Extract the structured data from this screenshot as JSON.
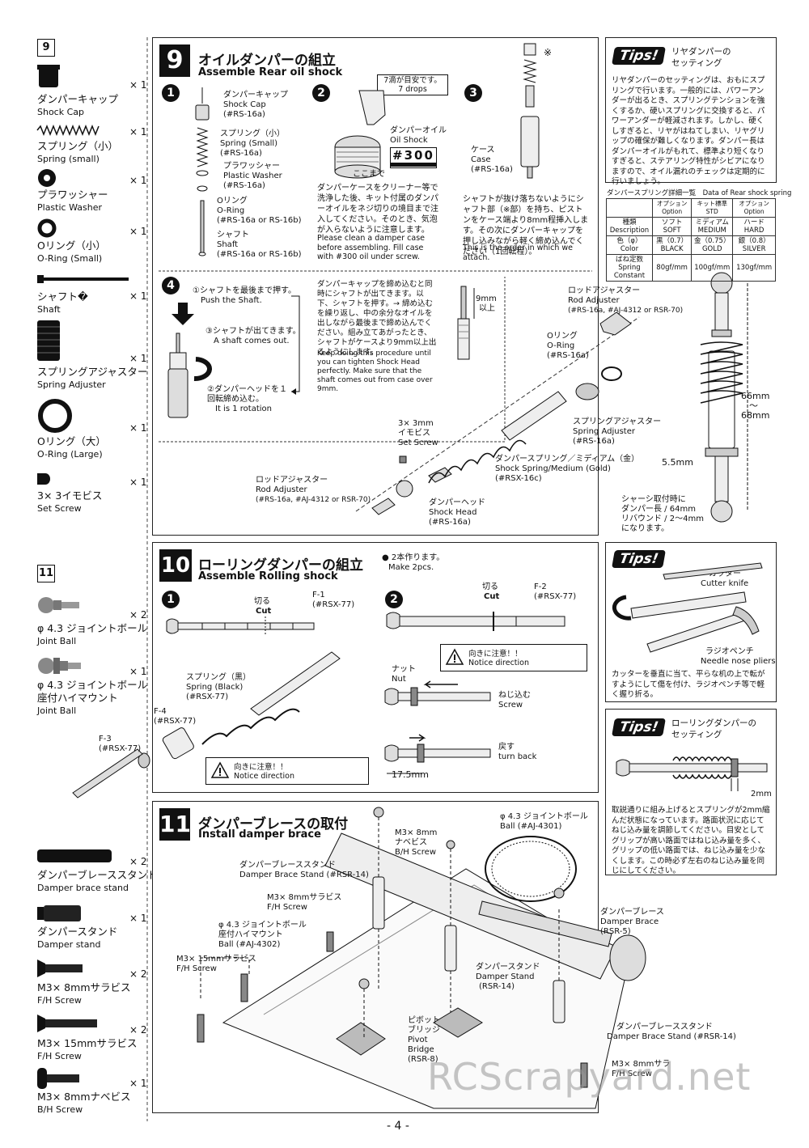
{
  "left_parts_9": {
    "step": "9",
    "items": [
      {
        "jp": "ダンパーキャップ",
        "en": "Shock Cap",
        "qty": "× 1"
      },
      {
        "jp": "スプリング（小）",
        "en": "Spring (small)",
        "qty": "× 1"
      },
      {
        "jp": "プラワッシャー",
        "en": "Plastic Washer",
        "qty": "× 1"
      },
      {
        "jp": "Oリング（小）",
        "en": "O-Ring (Small)",
        "qty": "× 1"
      },
      {
        "jp": "シャフト�",
        "en": "Shaft",
        "qty": "× 1"
      },
      {
        "jp": "スプリングアジャスター",
        "en": "Spring Adjuster",
        "qty": "× 1"
      },
      {
        "jp": "Oリング（大）",
        "en": "O-Ring (Large)",
        "qty": "× 1"
      },
      {
        "jp": "3× 3イモビス",
        "en": "Set Screw",
        "qty": "× 1"
      }
    ]
  },
  "left_parts_11": {
    "step": "11",
    "items": [
      {
        "jp": "φ 4.3 ジョイントボール",
        "en": "Joint Ball",
        "qty": "× 2"
      },
      {
        "jp": "φ 4.3 ジョイントボール",
        "jp2": "座付ハイマウント",
        "en": "Joint Ball",
        "qty": "× 1"
      },
      {
        "jp": "ダンパーブレーススタンド",
        "en": "Damper brace stand",
        "qty": "× 2"
      },
      {
        "jp": "ダンパースタンド",
        "en": "Damper  stand",
        "qty": "× 1"
      },
      {
        "jp": "M3× 8mmサラビス",
        "en": "F/H Screw",
        "qty": "× 2"
      },
      {
        "jp": "M3× 15mmサラビス",
        "en": "F/H Screw",
        "qty": "× 2"
      },
      {
        "jp": "M3× 8mmナベビス",
        "en": "B/H Screw",
        "qty": "× 1"
      }
    ]
  },
  "step9": {
    "num": "9",
    "title_jp": "オイルダンパーの組立",
    "title_en": "Assemble Rear oil shock",
    "s1_labels": [
      {
        "jp": "ダンパーキャップ",
        "en": "Shock Cap",
        "code": "(#RS-16a)"
      },
      {
        "jp": "スプリング（小）",
        "en": "Spring (Small)",
        "code": "(#RS-16a)"
      },
      {
        "jp": "プラワッシャー",
        "en": "Plastic Washer",
        "code": "(#RS-16a)"
      },
      {
        "jp": "Oリング",
        "en": "O-Ring",
        "code": "(#RS-16a or RS-16b)"
      },
      {
        "jp": "シャフト",
        "en": "Shaft",
        "code": "(#RS-16a or RS-16b)"
      }
    ],
    "s2_bubble": "7滴が目安です。",
    "s2_bubble_en": "7 drops",
    "s2_oil_jp": "ダンパーオイル",
    "s2_oil_en": "Oil Shock",
    "s2_oil_num": "#300",
    "s2_kokomade": "ここまで",
    "s2_text_jp": "ダンパーケースをクリーナー等で洗浄した後、キット付属のダンパーオイルをネジ切りの境目まで注入してください。そのとき、気泡が入らないように注意します。",
    "s2_text_en": "Please clean a damper case before assembling. Fill case with #300 oil under screw.",
    "s3_mark": "※",
    "s3_case_jp": "ケース",
    "s3_case_en": "Case",
    "s3_case_code": "(#RS-16a)",
    "s3_text_jp": "シャフトが抜け落ちないようにシャフト部（※部）を持ち、ピストンをケース端より8mm程挿入します。その次にダンパーキャップを押し込みながら軽く締め込んでください（1回転程）。",
    "s3_text_en": "This is the order in which we attach.",
    "s4_a_jp": "①シャフトを最後まで押す。",
    "s4_a_en": "Push the Shaft.",
    "s4_b_jp": "③シャフトが出てきます。",
    "s4_b_en": "A shaft comes out.",
    "s4_c_jp": "②ダンパーヘッドを１回転締め込む。",
    "s4_c_en": "It is 1 rotation",
    "s4_text_jp": "ダンパーキャップを締め込むと同時にシャフトが出てきます。以下、シャフトを押す。→ 締め込む を繰り返し、中の余分なオイルを出しながら最後まで締め込んでください。組み立てあがったとき、シャフトがケースより9mm以上出るようにします。",
    "s4_text_en": "Keep doing this procedure until you can tighten Shock Head perfectly. Make sure that the shaft comes out from case over 9mm.",
    "s4_9mm": "9mm",
    "s4_ijo": "以上",
    "exp_labels": {
      "rod_adj_jp": "ロッドアジャスター",
      "rod_adj_en": "Rod Adjuster",
      "rod_adj_code": "(#RS-16a, #AJ-4312 or RSR-70)",
      "oring_jp": "Oリング",
      "oring_en": "O-Ring",
      "oring_code": "(#RS-16a)",
      "spadj_jp": "スプリングアジャスター",
      "spadj_en": "Spring Adjuster",
      "spadj_code": "(#RS-16a)",
      "set_jp": "3× 3mm",
      "set_jp2": "イモビス",
      "set_en": "Set Screw",
      "spring_jp": "ダンパースプリング／ミディアム（金）",
      "spring_en": "Shock Spring/Medium (Gold)",
      "spring_code": "(#RSX-16c)",
      "head_jp": "ダンパーヘッド",
      "head_en": "Shock Head",
      "head_code": "(#RS-16a)",
      "rod2_jp": "ロッドアジャスター",
      "rod2_en": "Rod Adjuster",
      "rod2_code": "(#RS-16a, #AJ-4312 or RSR-70)"
    },
    "dim_66": "66mm",
    "dim_tilde": "〜",
    "dim_68": "68mm",
    "dim_55": "5.5mm",
    "chassis_note": [
      "シャーシ取付時に",
      "ダンパー長 / 64mm",
      "リバウンド / 2〜4mm",
      "になります。"
    ]
  },
  "tips1": {
    "badge": "Tips!",
    "title": [
      "リヤダンパーの",
      "セッティング"
    ],
    "body": "リヤダンパーのセッティングは、おもにスプリングで行います。一般的には、パワーアンダーが出るとき、スプリングテンションを強くするか、硬いスプリングに交換すると、パワーアンダーが軽減されます。しかし、硬くしすぎると、リヤがはねてしまい、リヤグリップの確保が難しくなります。ダンパー長はダンパーオイルがもれて、標準より短くなりすぎると、ステアリング特性がシビアになりますので、オイル漏れのチェックは定期的に行いましょう。",
    "table_title": "ダンパースプリング詳細一覧　Data of Rear shock spring",
    "table_head": [
      "",
      "オプション Option",
      "キット標準 STD",
      "オプション Option"
    ],
    "table_rows": [
      [
        "種類\nDescription",
        "ソフト\nSOFT",
        "ミディアム\nMEDIUM",
        "ハード\nHARD"
      ],
      [
        "色（φ）\nColor",
        "黒（0.7）\nBLACK",
        "金（0.75）\nGOLD",
        "銀（0.8）\nSILVER"
      ],
      [
        "ばね定数\nSpring Constant",
        "80gf/mm",
        "100gf/mm",
        "130gf/mm"
      ]
    ]
  },
  "step10": {
    "num": "10",
    "title_jp": "ローリングダンパーの組立",
    "title_en": "Assemble Rolling shock",
    "note": [
      "● 2本作ります。",
      "Make 2pcs."
    ],
    "s1_cut": [
      "切る",
      "Cut"
    ],
    "s1_f1": [
      "F-1",
      "(#RSX-77)"
    ],
    "s2_cut": [
      "切る",
      "Cut"
    ],
    "s2_f2": [
      "F-2",
      "(#RSX-77)"
    ],
    "spring": [
      "スプリング（黒）",
      "Spring (Black)",
      "(#RSX-77)"
    ],
    "f4": [
      "F-4",
      "(#RSX-77)"
    ],
    "f3": [
      "F-3",
      "(#RSX-77)"
    ],
    "notice_jp": "向きに注意！！",
    "notice_en": "Notice direction",
    "nut": [
      "ナット",
      "Nut"
    ],
    "screw": [
      "ねじ込む",
      "Screw"
    ],
    "turn": [
      "戻す",
      "turn back"
    ],
    "dim": "17.5mm"
  },
  "tips2": {
    "badge": "Tips!",
    "cutter": [
      "カッター",
      "Cutter knife"
    ],
    "pliers": [
      "ラジオペンチ",
      "Needle nose pliers"
    ],
    "body": "カッターを垂直に当て、平らな机の上で転がすようにして傷を付け、ラジオペンチ等で軽く握り折る。"
  },
  "tips3": {
    "badge": "Tips!",
    "title": [
      "ローリングダンパーの",
      "セッティング"
    ],
    "dim": "2mm",
    "body": "取説通りに組み上げるとスプリングが2mm縮んだ状態になっています。路面状況に応じてねじ込み量を調節してください。目安としてグリップが高い路面ではねじ込み量を多く、グリップの低い路面では、ねじ込み量を少なくします。この時必ず左右のねじ込み量を同じにしてください。"
  },
  "step11": {
    "num": "11",
    "title_jp": "ダンパーブレースの取付",
    "title_en": "Install damper brace",
    "labels": {
      "jb": [
        "φ 4.3 ジョイントボール",
        "Ball (#AJ-4301)"
      ],
      "m3bh": [
        "M3× 8mm",
        "ナベビス",
        "B/H Screw"
      ],
      "dbs": [
        "ダンパーブレーススタンド",
        "Damper Brace Stand (#RSR-14)"
      ],
      "m3fh8": [
        "M3× 8mmサラビス",
        "F/H Screw"
      ],
      "jb2": [
        "φ 4.3 ジョイントボール",
        "座付ハイマウント",
        "Ball (#AJ-4302)"
      ],
      "m3fh15": [
        "M3× 15mmサラビス",
        "F/H Screw"
      ],
      "ds": [
        "ダンパースタンド",
        "Damper Stand",
        "(RSR-14)"
      ],
      "pivot": [
        "ピボット",
        "ブリッジ",
        "Pivot",
        "Bridge",
        "(RSR-8)"
      ],
      "brace": [
        "ダンパーブレース",
        "Damper Brace",
        "(RSR-5)"
      ],
      "dbs2": [
        "ダンパーブレーススタンド",
        "Damper Brace Stand (#RSR-14)"
      ],
      "m3fh8b": [
        "M3× 8mmサラ",
        "F/H Screw"
      ]
    }
  },
  "watermark": "RCScrapyard.net",
  "page": "- 4 -"
}
